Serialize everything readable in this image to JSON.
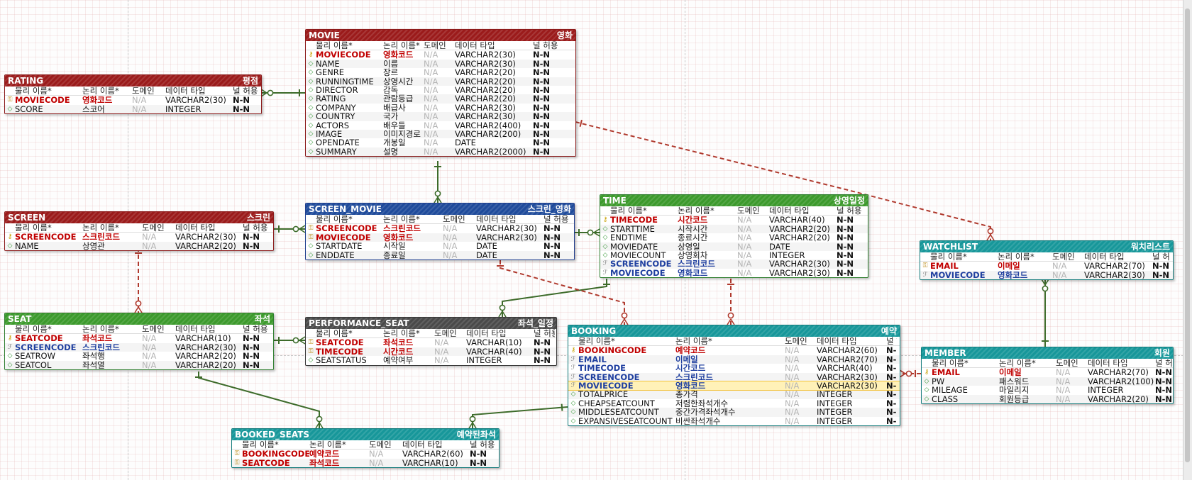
{
  "columns": {
    "physical": "물리 이름*",
    "logical": "논리 이름*",
    "domain": "도메인",
    "type": "데이터 타입",
    "null": "널 허용"
  },
  "entities": [
    {
      "id": "movie",
      "name": "MOVIE",
      "label": "영화",
      "color": "red",
      "fields": [
        {
          "k": "pk",
          "phys": "MOVIECODE",
          "logi": "영화코드",
          "dom": "N/A",
          "type": "VARCHAR2(30)",
          "nul": "N-N"
        },
        {
          "k": "col",
          "phys": "NAME",
          "logi": "이름",
          "dom": "N/A",
          "type": "VARCHAR2(30)",
          "nul": "N-N"
        },
        {
          "k": "col",
          "phys": "GENRE",
          "logi": "장르",
          "dom": "N/A",
          "type": "VARCHAR2(20)",
          "nul": "N-N"
        },
        {
          "k": "col",
          "phys": "RUNNINGTIME",
          "logi": "상영시간",
          "dom": "N/A",
          "type": "VARCHAR2(20)",
          "nul": "N-N"
        },
        {
          "k": "col",
          "phys": "DIRECTOR",
          "logi": "감독",
          "dom": "N/A",
          "type": "VARCHAR2(20)",
          "nul": "N-N"
        },
        {
          "k": "col",
          "phys": "RATING",
          "logi": "관람등급",
          "dom": "N/A",
          "type": "VARCHAR2(20)",
          "nul": "N-N"
        },
        {
          "k": "col",
          "phys": "COMPANY",
          "logi": "배급사",
          "dom": "N/A",
          "type": "VARCHAR2(30)",
          "nul": "N-N"
        },
        {
          "k": "col",
          "phys": "COUNTRY",
          "logi": "국가",
          "dom": "N/A",
          "type": "VARCHAR2(30)",
          "nul": "N-N"
        },
        {
          "k": "col",
          "phys": "ACTORS",
          "logi": "배우들",
          "dom": "N/A",
          "type": "VARCHAR2(400)",
          "nul": "N-N"
        },
        {
          "k": "col",
          "phys": "IMAGE",
          "logi": "이미지경로",
          "dom": "N/A",
          "type": "VARCHAR2(200)",
          "nul": "N-N"
        },
        {
          "k": "col",
          "phys": "OPENDATE",
          "logi": "개봉일",
          "dom": "N/A",
          "type": "DATE",
          "nul": "N-N"
        },
        {
          "k": "col",
          "phys": "SUMMARY",
          "logi": "설명",
          "dom": "N/A",
          "type": "VARCHAR2(2000)",
          "nul": "N-N"
        }
      ]
    },
    {
      "id": "rating",
      "name": "RATING",
      "label": "평점",
      "color": "red",
      "fields": [
        {
          "k": "pk",
          "icon": "pf",
          "phys": "MOVIECODE",
          "logi": "영화코드",
          "dom": "N/A",
          "type": "VARCHAR2(30)",
          "nul": "N-N"
        },
        {
          "k": "col",
          "phys": "SCORE",
          "logi": "스코어",
          "dom": "N/A",
          "type": "INTEGER",
          "nul": "N-N"
        }
      ]
    },
    {
      "id": "screen",
      "name": "SCREEN",
      "label": "스크린",
      "color": "red",
      "fields": [
        {
          "k": "pk",
          "phys": "SCREENCODE",
          "logi": "스크린코드",
          "dom": "N/A",
          "type": "VARCHAR2(30)",
          "nul": "N-N"
        },
        {
          "k": "col",
          "phys": "NAME",
          "logi": "상영관",
          "dom": "N/A",
          "type": "VARCHAR2(20)",
          "nul": "N-N"
        }
      ]
    },
    {
      "id": "screen_movie",
      "name": "SCREEN_MOVIE",
      "label": "스크린_영화",
      "color": "blue",
      "fields": [
        {
          "k": "pk",
          "icon": "pf",
          "phys": "SCREENCODE",
          "logi": "스크린코드",
          "dom": "N/A",
          "type": "VARCHAR2(30)",
          "nul": "N-N"
        },
        {
          "k": "pk",
          "icon": "pf",
          "phys": "MOVIECODE",
          "logi": "영화코드",
          "dom": "N/A",
          "type": "VARCHAR2(30)",
          "nul": "N-N"
        },
        {
          "k": "col",
          "phys": "STARTDATE",
          "logi": "시작일",
          "dom": "N/A",
          "type": "DATE",
          "nul": "N-N"
        },
        {
          "k": "col",
          "phys": "ENDDATE",
          "logi": "종료일",
          "dom": "N/A",
          "type": "DATE",
          "nul": "N-N"
        }
      ]
    },
    {
      "id": "time",
      "name": "TIME",
      "label": "상영일정",
      "color": "green",
      "fields": [
        {
          "k": "pk",
          "phys": "TIMECODE",
          "logi": "시간코드",
          "dom": "N/A",
          "type": "VARCHAR(40)",
          "nul": "N-N"
        },
        {
          "k": "col",
          "phys": "STARTTIME",
          "logi": "시작시간",
          "dom": "N/A",
          "type": "VARCHAR2(20)",
          "nul": "N-N"
        },
        {
          "k": "col",
          "phys": "ENDTIME",
          "logi": "종료시간",
          "dom": "N/A",
          "type": "VARCHAR2(20)",
          "nul": "N-N"
        },
        {
          "k": "col",
          "phys": "MOVIEDATE",
          "logi": "상영일",
          "dom": "N/A",
          "type": "DATE",
          "nul": "N-N"
        },
        {
          "k": "col",
          "phys": "MOVIECOUNT",
          "logi": "상영회차",
          "dom": "N/A",
          "type": "INTEGER",
          "nul": "N-N"
        },
        {
          "k": "fk",
          "phys": "SCREENCODE",
          "logi": "스크린코드",
          "dom": "N/A",
          "type": "VARCHAR2(30)",
          "nul": "N-N"
        },
        {
          "k": "fk",
          "phys": "MOVIECODE",
          "logi": "영화코드",
          "dom": "N/A",
          "type": "VARCHAR2(30)",
          "nul": "N-N"
        }
      ]
    },
    {
      "id": "watchlist",
      "name": "WATCHLIST",
      "label": "워치리스트",
      "color": "teal",
      "fields": [
        {
          "k": "pk",
          "icon": "pf",
          "phys": "EMAIL",
          "logi": "이메일",
          "dom": "N/A",
          "type": "VARCHAR2(70)",
          "nul": "N-N"
        },
        {
          "k": "fk",
          "phys": "MOVIECODE",
          "logi": "영화코드",
          "dom": "N/A",
          "type": "VARCHAR2(30)",
          "nul": "N-N"
        }
      ]
    },
    {
      "id": "seat",
      "name": "SEAT",
      "label": "좌석",
      "color": "green",
      "fields": [
        {
          "k": "pk",
          "phys": "SEATCODE",
          "logi": "좌석코드",
          "dom": "N/A",
          "type": "VARCHAR(10)",
          "nul": "N-N"
        },
        {
          "k": "fk",
          "phys": "SCREENCODE",
          "logi": "스크린코드",
          "dom": "N/A",
          "type": "VARCHAR2(30)",
          "nul": "N-N"
        },
        {
          "k": "col",
          "phys": "SEATROW",
          "logi": "좌석행",
          "dom": "N/A",
          "type": "VARCHAR2(20)",
          "nul": "N-N"
        },
        {
          "k": "col",
          "phys": "SEATCOL",
          "logi": "좌석열",
          "dom": "N/A",
          "type": "VARCHAR2(20)",
          "nul": "N-N"
        }
      ]
    },
    {
      "id": "performance_seat",
      "name": "PERFORMANCE_SEAT",
      "label": "좌석_일정",
      "color": "dark",
      "fields": [
        {
          "k": "pk",
          "icon": "pf",
          "phys": "SEATCODE",
          "logi": "좌석코드",
          "dom": "N/A",
          "type": "VARCHAR(10)",
          "nul": "N-N"
        },
        {
          "k": "pk",
          "icon": "pf",
          "phys": "TIMECODE",
          "logi": "시간코드",
          "dom": "N/A",
          "type": "VARCHAR(40)",
          "nul": "N-N"
        },
        {
          "k": "col",
          "phys": "SEATSTATUS",
          "logi": "예약여부",
          "dom": "N/A",
          "type": "INTEGER",
          "nul": "N-N"
        }
      ]
    },
    {
      "id": "booking",
      "name": "BOOKING",
      "label": "예약",
      "color": "teal",
      "fields": [
        {
          "k": "pk",
          "phys": "BOOKINGCODE",
          "logi": "예약코드",
          "dom": "N/A",
          "type": "VARCHAR2(60)",
          "nul": "N-N"
        },
        {
          "k": "fk",
          "phys": "EMAIL",
          "logi": "이메일",
          "dom": "N/A",
          "type": "VARCHAR2(70)",
          "nul": "N-N"
        },
        {
          "k": "fk",
          "phys": "TIMECODE",
          "logi": "시간코드",
          "dom": "N/A",
          "type": "VARCHAR(40)",
          "nul": "N-N"
        },
        {
          "k": "fk",
          "phys": "SCREENCODE",
          "logi": "스크린코드",
          "dom": "N/A",
          "type": "VARCHAR2(30)",
          "nul": "N-N"
        },
        {
          "k": "fk",
          "phys": "MOVIECODE",
          "logi": "영화코드",
          "dom": "N/A",
          "type": "VARCHAR2(30)",
          "nul": "N-N",
          "hl": true
        },
        {
          "k": "col",
          "phys": "TOTALPRICE",
          "logi": "총가격",
          "dom": "N/A",
          "type": "INTEGER",
          "nul": "N-N"
        },
        {
          "k": "col",
          "phys": "CHEAPSEATCOUNT",
          "logi": "저렴한좌석개수",
          "dom": "N/A",
          "type": "INTEGER",
          "nul": "N-N"
        },
        {
          "k": "col",
          "phys": "MIDDLESEATCOUNT",
          "logi": "중간가격좌석개수",
          "dom": "N/A",
          "type": "INTEGER",
          "nul": "N-N"
        },
        {
          "k": "col",
          "phys": "EXPANSIVESEATCOUNT",
          "logi": "비싼좌석개수",
          "dom": "N/A",
          "type": "INTEGER",
          "nul": "N-N"
        }
      ]
    },
    {
      "id": "member",
      "name": "MEMBER",
      "label": "회원",
      "color": "teal",
      "fields": [
        {
          "k": "pk",
          "phys": "EMAIL",
          "logi": "이메일",
          "dom": "N/A",
          "type": "VARCHAR2(70)",
          "nul": "N-N"
        },
        {
          "k": "col",
          "phys": "PW",
          "logi": "패스워드",
          "dom": "N/A",
          "type": "VARCHAR2(100)",
          "nul": "N-N"
        },
        {
          "k": "col",
          "phys": "MILEAGE",
          "logi": "마일리지",
          "dom": "N/A",
          "type": "INTEGER",
          "nul": "N-N"
        },
        {
          "k": "col",
          "phys": "CLASS",
          "logi": "회원등급",
          "dom": "N/A",
          "type": "VARCHAR2(20)",
          "nul": "N-N"
        }
      ]
    },
    {
      "id": "booked_seats",
      "name": "BOOKED_SEATS",
      "label": "예약된좌석",
      "color": "teal",
      "fields": [
        {
          "k": "pk",
          "icon": "pf",
          "phys": "BOOKINGCODE",
          "logi": "예약코드",
          "dom": "N/A",
          "type": "VARCHAR2(60)",
          "nul": "N-N"
        },
        {
          "k": "pk",
          "icon": "pf",
          "phys": "SEATCODE",
          "logi": "좌석코드",
          "dom": "N/A",
          "type": "VARCHAR(10)",
          "nul": "N-N"
        }
      ]
    }
  ],
  "relationships": [
    {
      "from": "movie",
      "to": "rating",
      "style": "identifying"
    },
    {
      "from": "movie",
      "to": "screen_movie",
      "style": "identifying"
    },
    {
      "from": "screen",
      "to": "screen_movie",
      "style": "identifying"
    },
    {
      "from": "screen_movie",
      "to": "time",
      "style": "identifying"
    },
    {
      "from": "movie",
      "to": "watchlist",
      "style": "non-identifying"
    },
    {
      "from": "screen",
      "to": "seat",
      "style": "non-identifying"
    },
    {
      "from": "seat",
      "to": "performance_seat",
      "style": "identifying"
    },
    {
      "from": "time",
      "to": "performance_seat",
      "style": "identifying"
    },
    {
      "from": "screen_movie",
      "to": "booking",
      "style": "non-identifying"
    },
    {
      "from": "time",
      "to": "booking",
      "style": "non-identifying"
    },
    {
      "from": "member",
      "to": "booking",
      "style": "non-identifying"
    },
    {
      "from": "member",
      "to": "watchlist",
      "style": "identifying"
    },
    {
      "from": "seat",
      "to": "booked_seats",
      "style": "identifying"
    },
    {
      "from": "booking",
      "to": "booked_seats",
      "style": "identifying"
    }
  ],
  "colors": {
    "identifying_line": "#3d6b2a",
    "non_identifying_line": "#b03a2e"
  }
}
